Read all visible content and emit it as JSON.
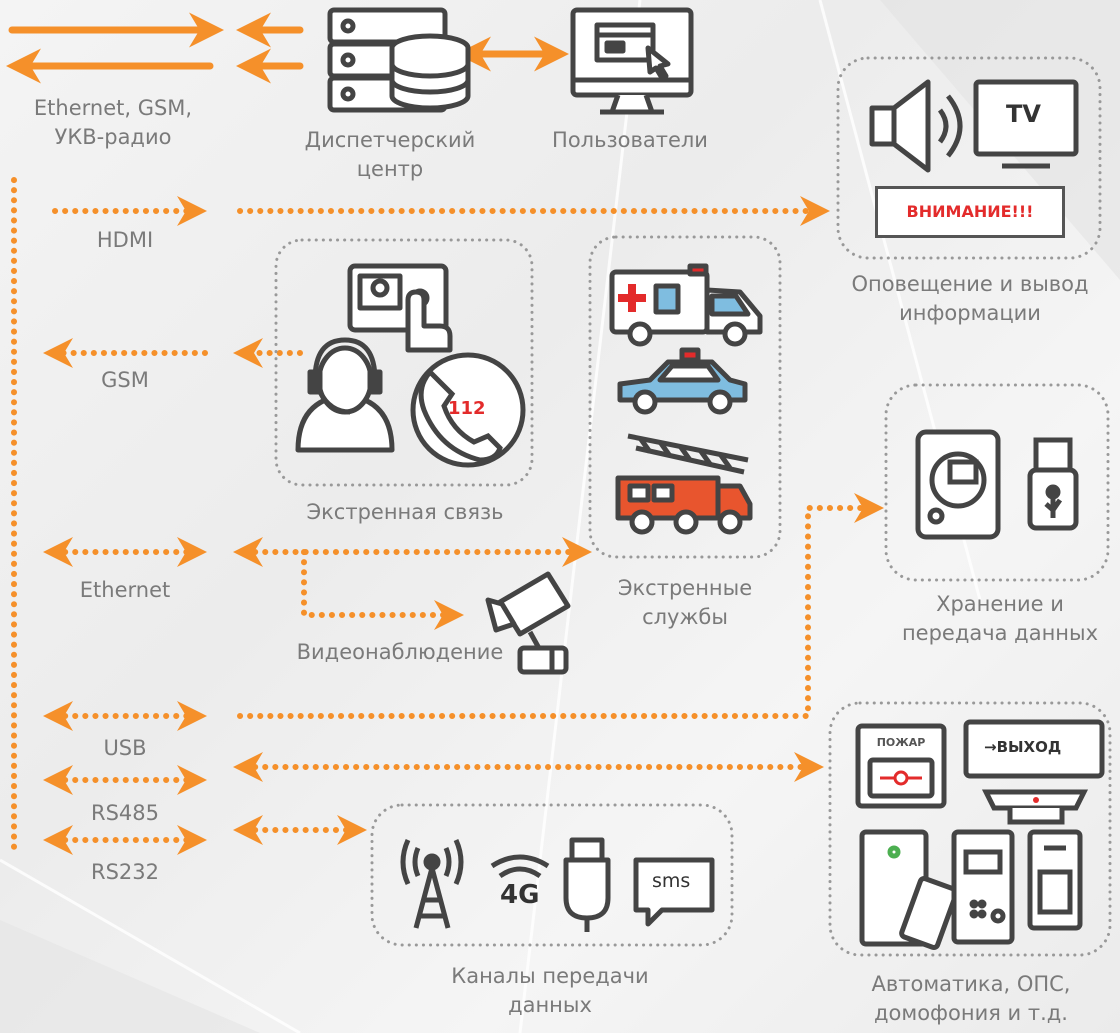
{
  "labels": {
    "ethernet_gsm_line1": "Ethernet, GSM,",
    "ethernet_gsm_line2": "УКВ-радио",
    "dispatch_line1": "Диспетчерский",
    "dispatch_line2": "центр",
    "users": "Пользователи",
    "hdmi": "HDMI",
    "notify_line1": "Оповещение и вывод",
    "notify_line2": "информации",
    "gsm": "GSM",
    "emergency_comm": "Экстренная связь",
    "emergency_services_line1": "Экстренные",
    "emergency_services_line2": "службы",
    "ethernet": "Ethernet",
    "video": "Видеонаблюдение",
    "storage_line1": "Хранение и",
    "storage_line2": "передача данных",
    "usb": "USB",
    "rs485": "RS485",
    "rs232": "RS232",
    "channels_line1": "Каналы передачи",
    "channels_line2": "данных",
    "automation_line1": "Автоматика, ОПС,",
    "automation_line2": "домофония и т.д."
  },
  "icon_text": {
    "alert": "ВНИМАНИЕ!!!",
    "tv": "TV",
    "emergency_number": "112",
    "fire": "ПОЖАР",
    "exit": "→ВЫХОД",
    "sms": "sms",
    "fourg": "4G"
  },
  "colors": {
    "accent": "#f5902a",
    "icon_stroke": "#444444",
    "label": "#7a7a7a",
    "alert_red": "#e32b2b"
  }
}
